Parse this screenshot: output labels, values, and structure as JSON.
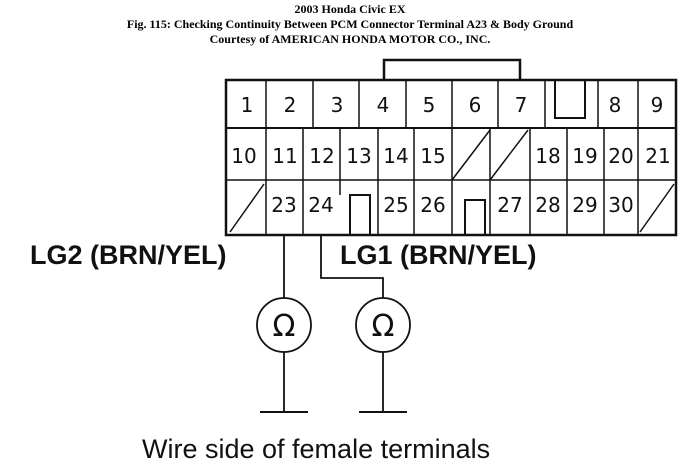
{
  "header": {
    "line1": "2003 Honda Civic EX",
    "line2": "Fig. 115: Checking Continuity Between PCM Connector Terminal A23 & Body Ground",
    "line3": "Courtesy of AMERICAN HONDA MOTOR CO., INC."
  },
  "connector": {
    "row1": [
      "1",
      "2",
      "3",
      "4",
      "5",
      "6",
      "7",
      "8",
      "9"
    ],
    "row2": [
      "10",
      "11",
      "12",
      "13",
      "14",
      "15",
      "18",
      "19",
      "20",
      "21"
    ],
    "row3": [
      "23",
      "24",
      "25",
      "26",
      "27",
      "28",
      "29",
      "30"
    ]
  },
  "wires": {
    "lg2": "LG2 (BRN/YEL)",
    "lg1": "LG1 (BRN/YEL)"
  },
  "meters": {
    "symbol": "Ω"
  },
  "caption": "Wire side of female terminals"
}
